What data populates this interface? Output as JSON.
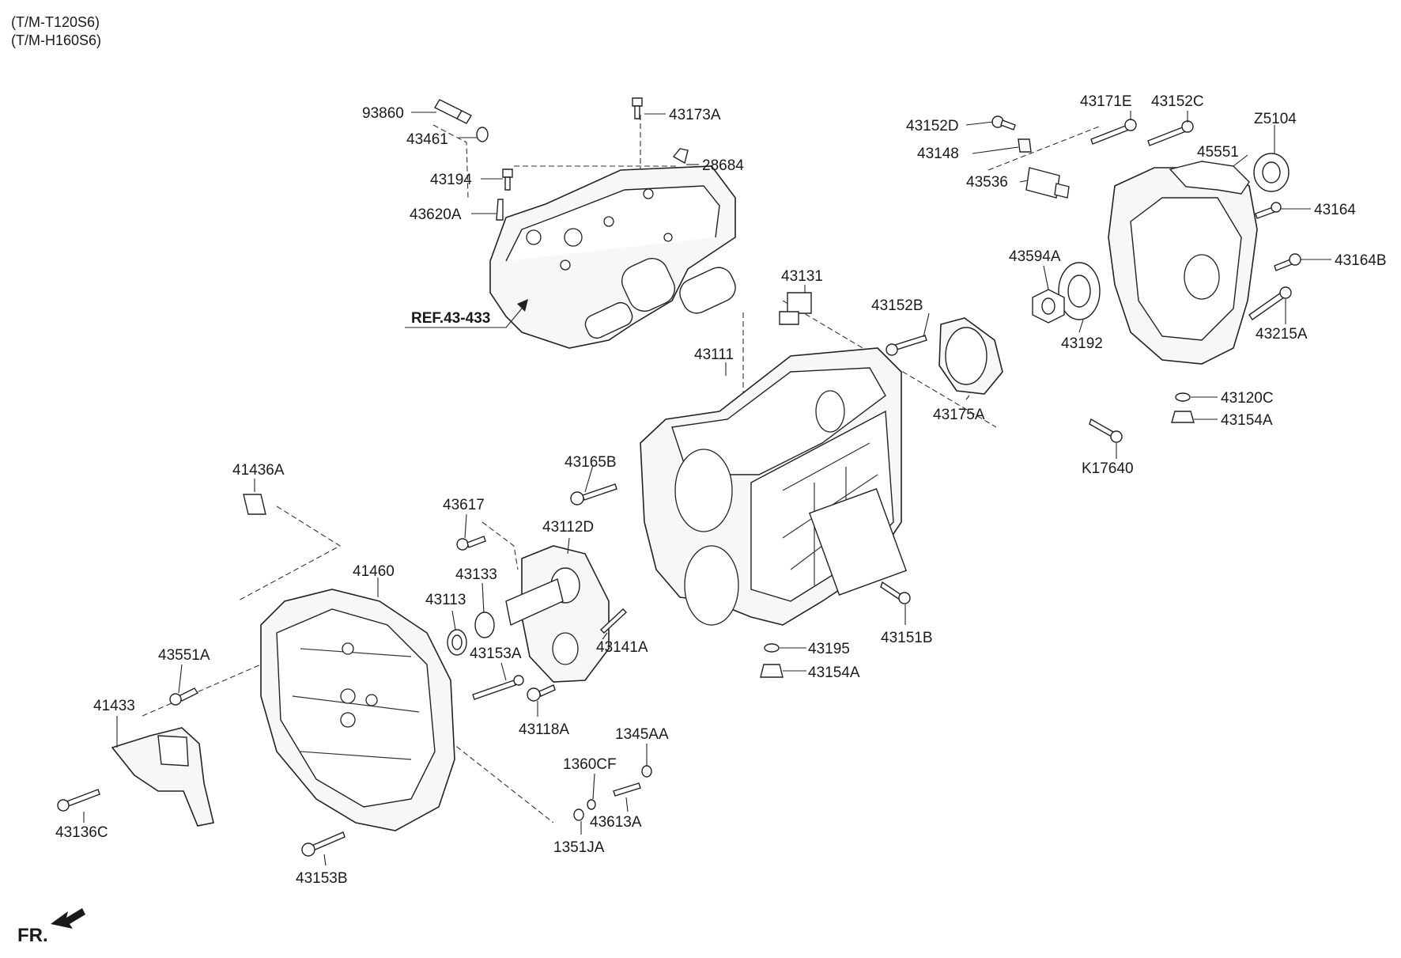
{
  "header": {
    "line1": "(T/M-T120S6)",
    "line2": "(T/M-H160S6)"
  },
  "reference": {
    "label": "REF.43-433"
  },
  "front_indicator": {
    "label": "FR."
  },
  "parts": {
    "p93860": "93860",
    "p43461": "43461",
    "p43173A": "43173A",
    "p28684": "28684",
    "p43194": "43194",
    "p43620A": "43620A",
    "p43131": "43131",
    "p43111": "43111",
    "p43152B": "43152B",
    "p43175A": "43175A",
    "p43152D": "43152D",
    "p43148": "43148",
    "p43536": "43536",
    "p43171E": "43171E",
    "p43152C": "43152C",
    "pZ5104": "Z5104",
    "p45551": "45551",
    "p43164": "43164",
    "p43164B": "43164B",
    "p43594A": "43594A",
    "p43192": "43192",
    "p43215A": "43215A",
    "p43120C": "43120C",
    "p43154A_r": "43154A",
    "pK17640": "K17640",
    "p41436A": "41436A",
    "p43165B": "43165B",
    "p43617": "43617",
    "p43112D": "43112D",
    "p43133": "43133",
    "p43113": "43113",
    "p41460": "41460",
    "p43551A": "43551A",
    "p41433": "41433",
    "p43136C": "43136C",
    "p43153A": "43153A",
    "p43118A": "43118A",
    "p43141A": "43141A",
    "p43195": "43195",
    "p43154A_c": "43154A",
    "p43151B": "43151B",
    "p1345AA": "1345AA",
    "p1360CF": "1360CF",
    "p43613A": "43613A",
    "p1351JA": "1351JA",
    "p43153B": "43153B"
  }
}
